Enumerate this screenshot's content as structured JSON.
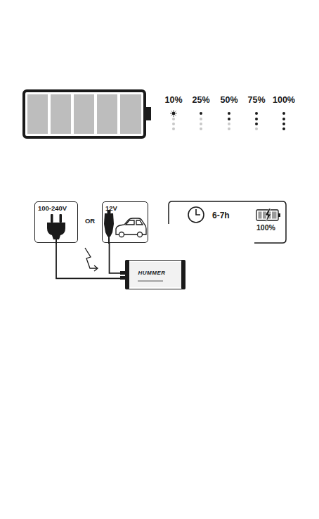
{
  "diagram": {
    "nodes": [
      {
        "text": [
          "100-240V"
        ]
      },
      {
        "text": [
          "12V"
        ]
      },
      {
        "text": [
          "6-7h",
          "100%"
        ]
      },
      {
        "text": [
          "HUMMER"
        ]
      }
    ],
    "edges": [
      {
        "from": 0,
        "to": 3,
        "arrow": "none"
      },
      {
        "from": 1,
        "to": 3,
        "arrow": "none"
      }
    ],
    "labels": [
      "10%",
      "25%",
      "50%",
      "75%",
      "100%",
      "OR"
    ]
  }
}
